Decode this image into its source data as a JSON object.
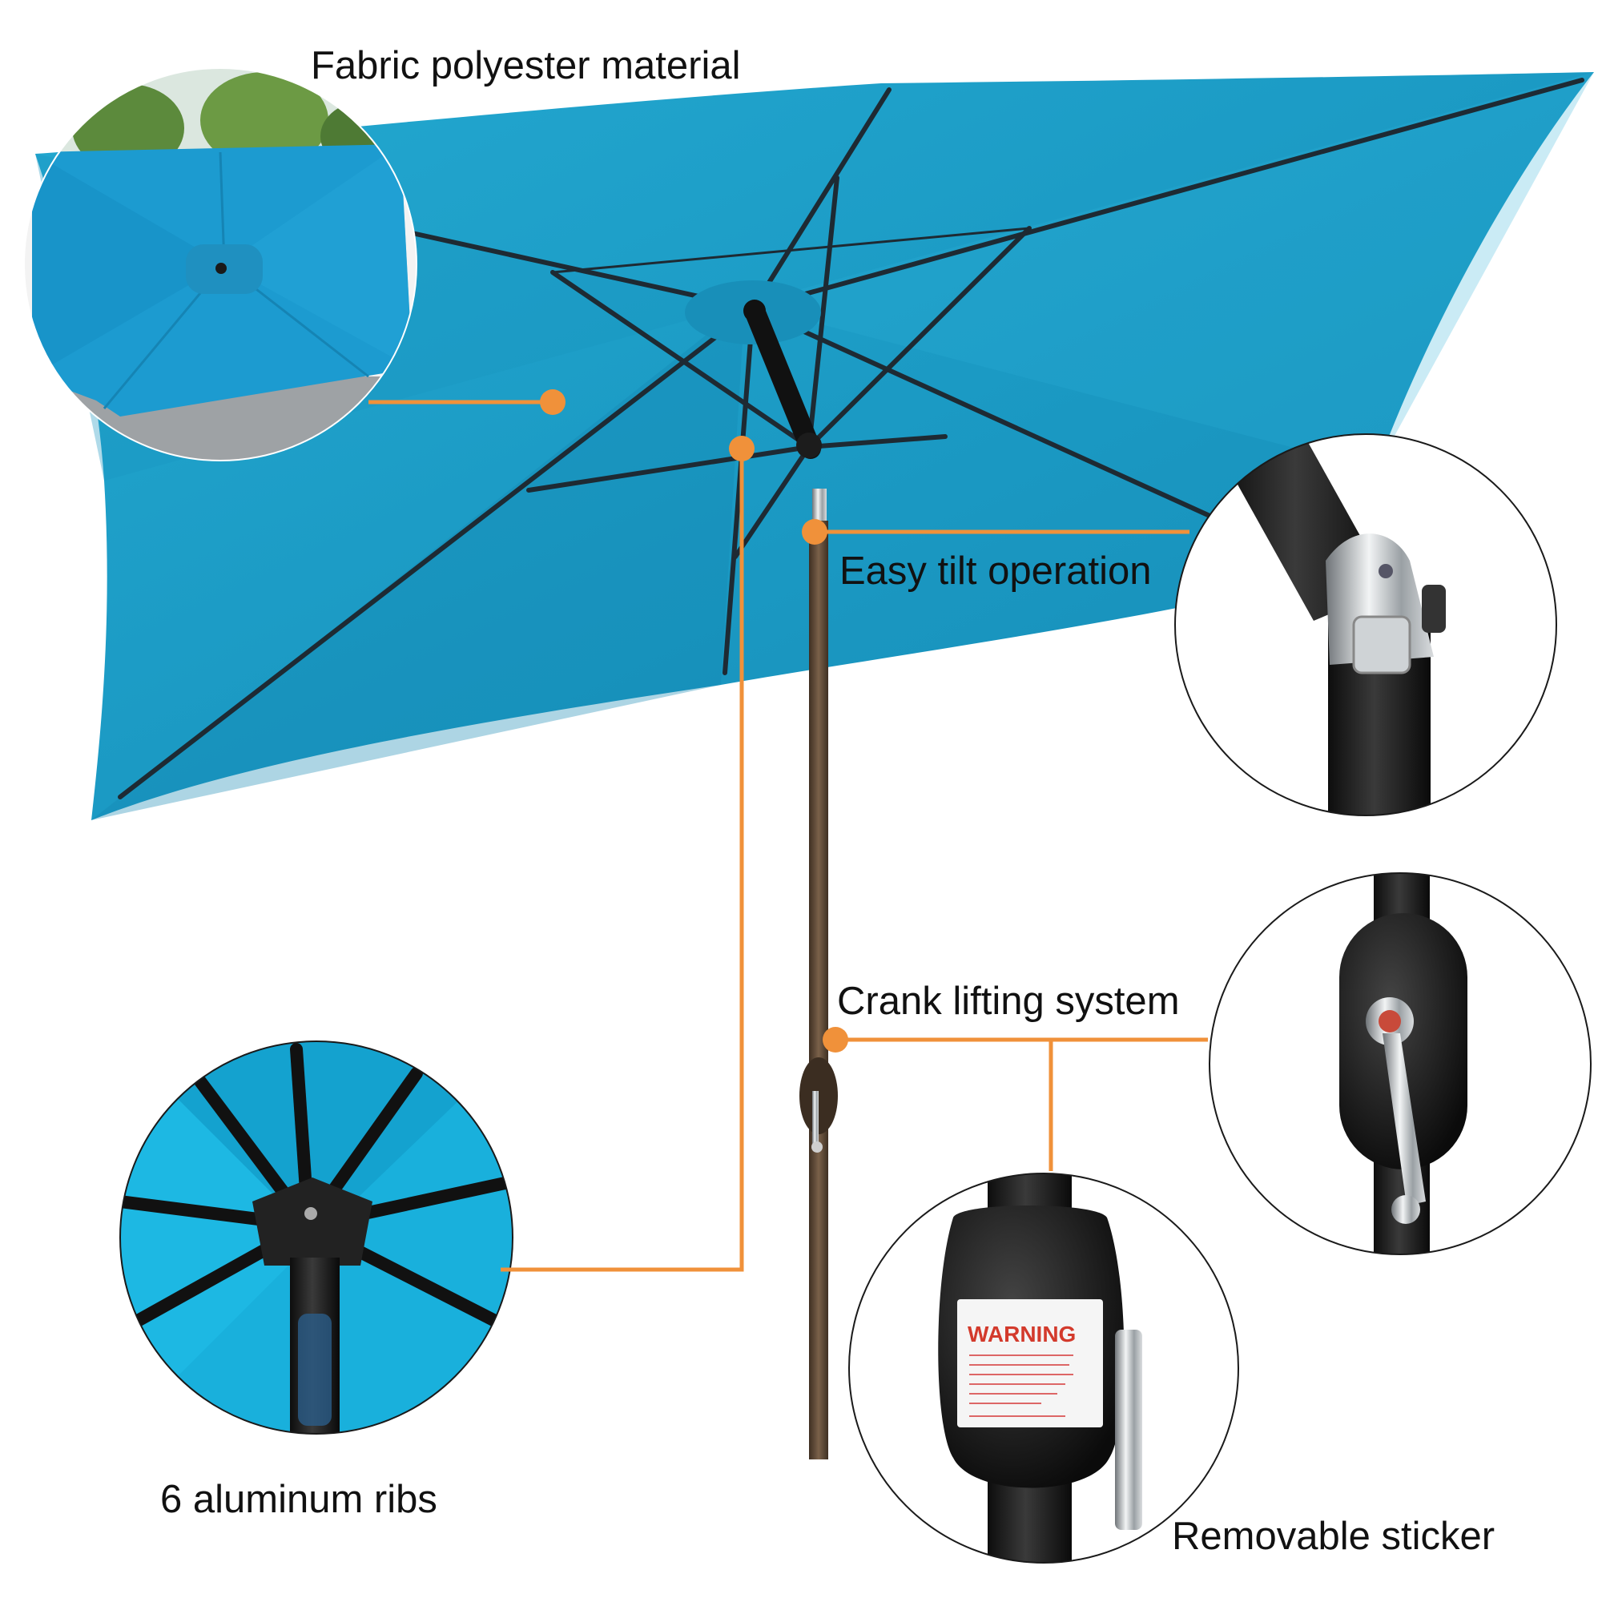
{
  "labels": {
    "fabric": "Fabric polyester material",
    "tilt": "Easy tilt operation",
    "crank": "Crank lifting system",
    "ribs": "6 aluminum ribs",
    "sticker": "Removable sticker"
  },
  "sticker_title": "WARNING",
  "colors": {
    "canopy": "#1b9fc8",
    "canopy_dark": "#1587b0",
    "callout": "#f0913a",
    "pole": "#5a4634",
    "frame": "#1e2a33"
  }
}
